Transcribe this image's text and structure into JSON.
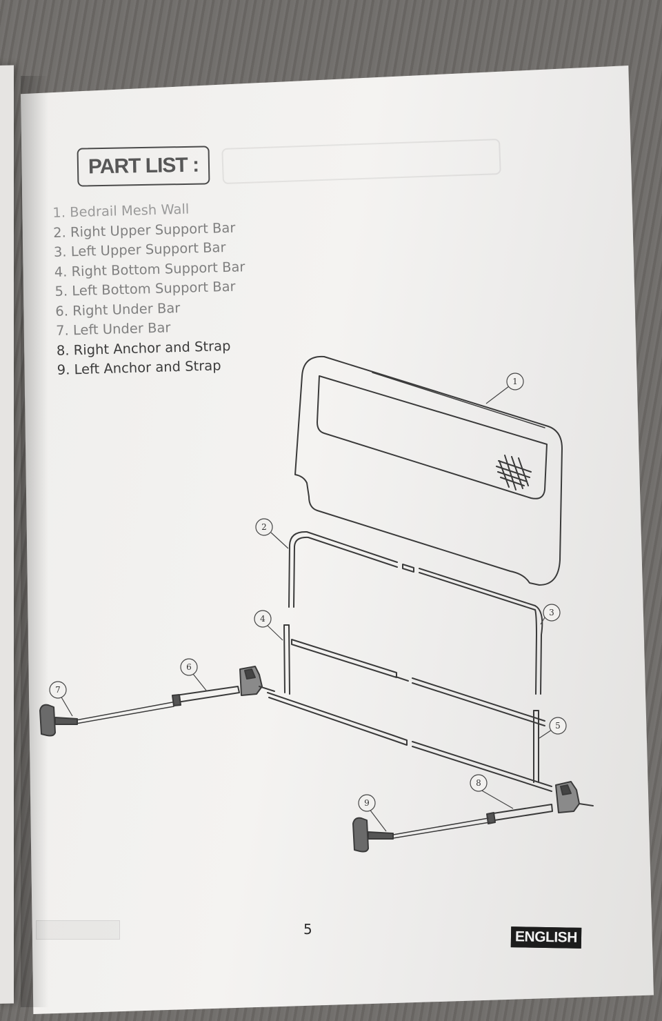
{
  "title": "PART LIST :",
  "parts": [
    "1. Bedrail Mesh Wall",
    "2. Right Upper Support Bar",
    "3. Left Upper Support Bar",
    "4. Right Bottom Support Bar",
    "5. Left Bottom Support Bar",
    "6. Right Under Bar",
    "7. Left Under Bar",
    "8. Right Anchor and Strap",
    "9. Left Anchor and Strap"
  ],
  "diagram": {
    "callouts": [
      "1",
      "2",
      "3",
      "4",
      "5",
      "6",
      "7",
      "8",
      "9"
    ]
  },
  "page_number": "5",
  "language": "ENGLISH"
}
